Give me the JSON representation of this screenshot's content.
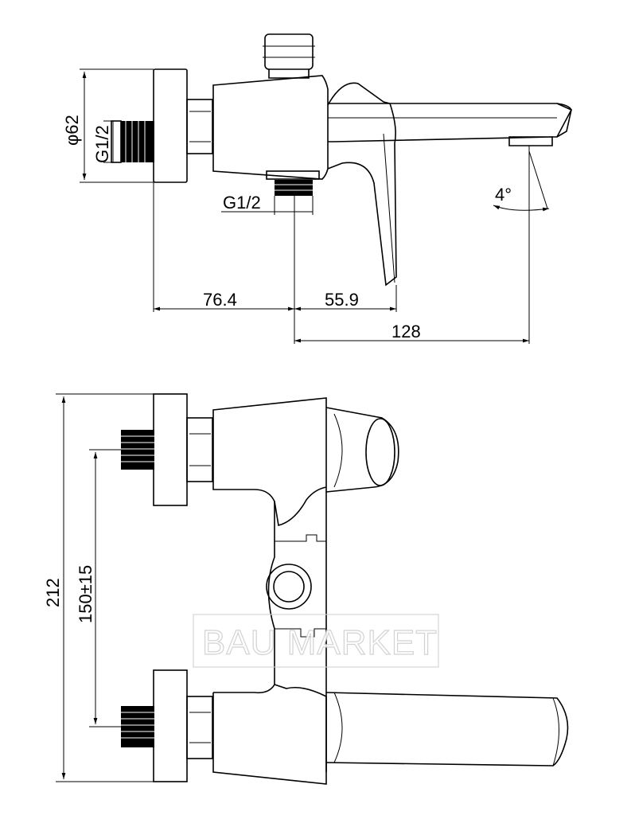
{
  "side_view": {
    "dim_diameter": "φ62",
    "dim_inlet_thread": "G1/2",
    "dim_outlet_thread": "G1/2",
    "dim_angle": "4°",
    "dim_76": "76.4",
    "dim_55": "55.9",
    "dim_128": "128"
  },
  "front_view": {
    "dim_height": "212",
    "dim_centers": "150±15"
  },
  "watermark": "BAU MARKET"
}
